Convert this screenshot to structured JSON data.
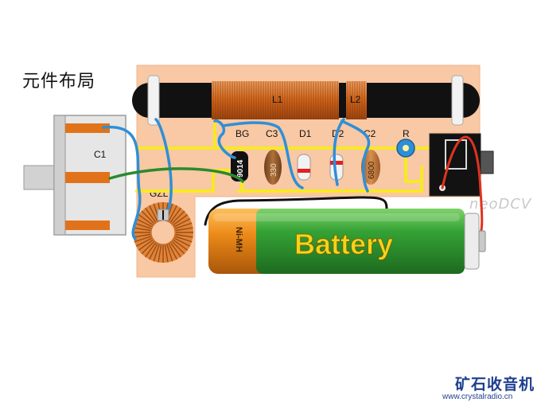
{
  "title": "元件布局",
  "watermark": "neoDCV",
  "footer": {
    "brand": "矿石收音机",
    "url": "www.crystalradio.cn"
  },
  "labels": {
    "C1": "C1",
    "GZL": "GZL",
    "L1": "L1",
    "L2": "L2",
    "BG": "BG",
    "C3": "C3",
    "D1": "D1",
    "D2": "D2",
    "C2": "C2",
    "R": "R",
    "transistor": "9014",
    "c3_value": "330",
    "c2_value": "6800"
  },
  "battery": {
    "label": "Battery",
    "chemistry": "Ni-MH"
  },
  "colors": {
    "board": "#f9c8a4",
    "coil": "#d96f1c",
    "rod": "#111111",
    "wire_blue": "#2f8fd6",
    "wire_yellow": "#f6ea24",
    "wire_green": "#2a8a2e",
    "wire_red": "#e0331e",
    "battery_green": "#2f9a2f",
    "battery_orange": "#e07a10",
    "battery_text": "#f2d41a"
  }
}
